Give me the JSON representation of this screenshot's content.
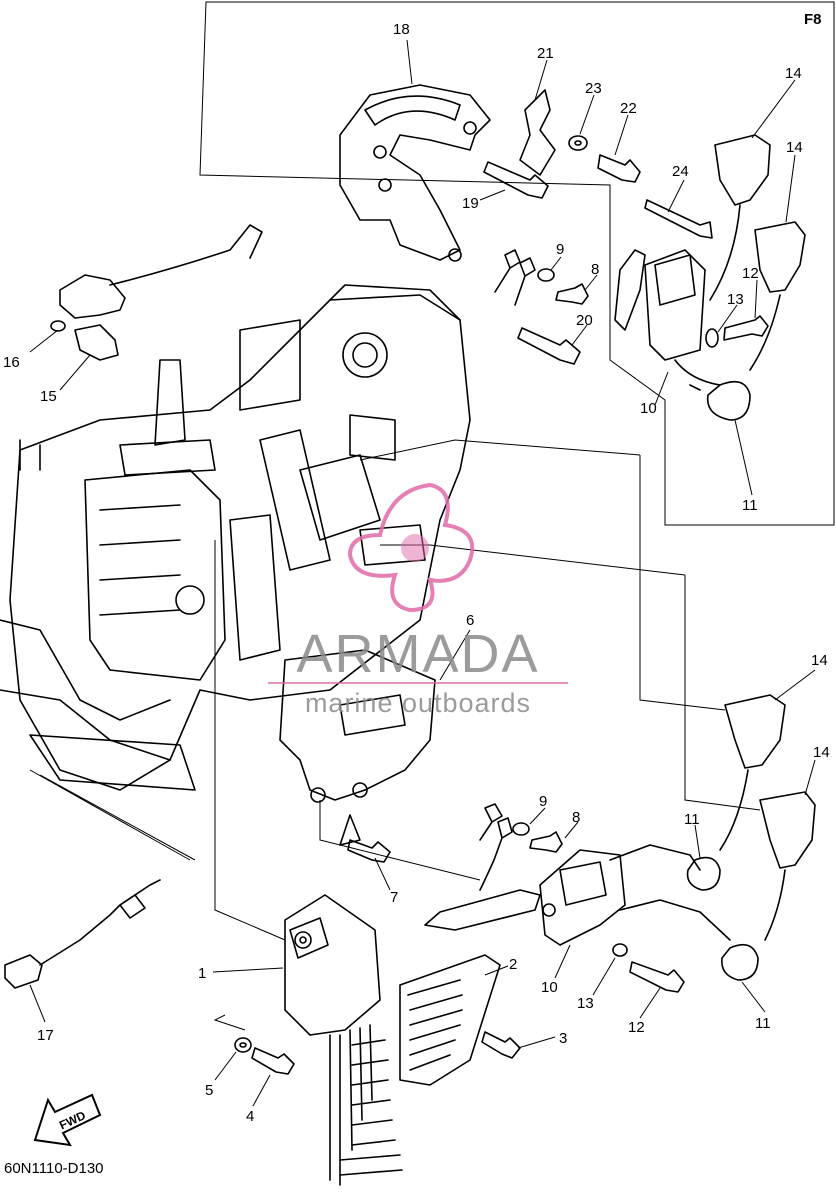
{
  "corner_code": "F8",
  "drawing_code": "60N1110-D130",
  "direction_label": "FWD",
  "watermark": {
    "brand": "ARMADA",
    "tagline": "marine outboards",
    "colors": {
      "text": "#8a8a8a",
      "logo": "#e06aa8"
    }
  },
  "callouts": [
    {
      "id": "c18",
      "text": "18"
    },
    {
      "id": "c21",
      "text": "21"
    },
    {
      "id": "c23",
      "text": "23"
    },
    {
      "id": "c22",
      "text": "22"
    },
    {
      "id": "c14a",
      "text": "14"
    },
    {
      "id": "c14b",
      "text": "14"
    },
    {
      "id": "c24",
      "text": "24"
    },
    {
      "id": "c19",
      "text": "19"
    },
    {
      "id": "c9a",
      "text": "9"
    },
    {
      "id": "c8a",
      "text": "8"
    },
    {
      "id": "c12a",
      "text": "12"
    },
    {
      "id": "c13a",
      "text": "13"
    },
    {
      "id": "c20",
      "text": "20"
    },
    {
      "id": "c10a",
      "text": "10"
    },
    {
      "id": "c11a",
      "text": "11"
    },
    {
      "id": "c16",
      "text": "16"
    },
    {
      "id": "c15",
      "text": "15"
    },
    {
      "id": "c6",
      "text": "6"
    },
    {
      "id": "c14c",
      "text": "14"
    },
    {
      "id": "c14d",
      "text": "14"
    },
    {
      "id": "c9b",
      "text": "9"
    },
    {
      "id": "c8b",
      "text": "8"
    },
    {
      "id": "c11b",
      "text": "11"
    },
    {
      "id": "c7",
      "text": "7"
    },
    {
      "id": "c2",
      "text": "2"
    },
    {
      "id": "c1",
      "text": "1"
    },
    {
      "id": "c10b",
      "text": "10"
    },
    {
      "id": "c13b",
      "text": "13"
    },
    {
      "id": "c12b",
      "text": "12"
    },
    {
      "id": "c11c",
      "text": "11"
    },
    {
      "id": "c3",
      "text": "3"
    },
    {
      "id": "c17",
      "text": "17"
    },
    {
      "id": "c5",
      "text": "5"
    },
    {
      "id": "c4",
      "text": "4"
    }
  ]
}
